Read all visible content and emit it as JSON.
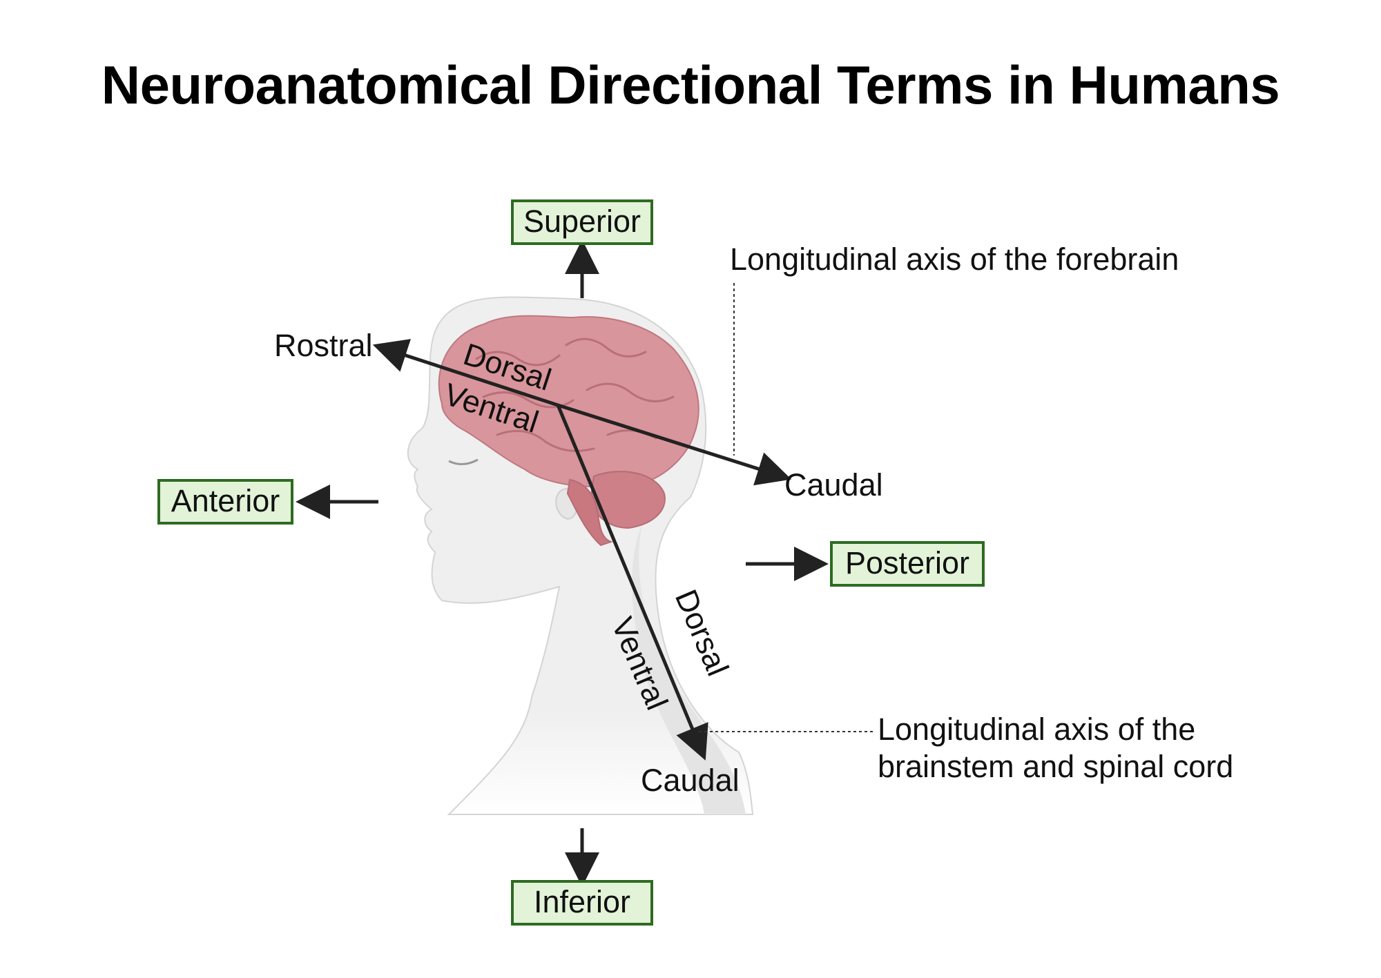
{
  "title": "Neuroanatomical Directional Terms in Humans",
  "directions": {
    "superior": "Superior",
    "inferior": "Inferior",
    "anterior": "Anterior",
    "posterior": "Posterior"
  },
  "forebrain_axis": {
    "rostral": "Rostral",
    "caudal": "Caudal",
    "dorsal": "Dorsal",
    "ventral": "Ventral",
    "note": "Longitudinal axis of the forebrain"
  },
  "brainstem_axis": {
    "caudal": "Caudal",
    "dorsal": "Dorsal",
    "ventral": "Ventral",
    "note_line1": "Longitudinal axis of the",
    "note_line2": "brainstem and spinal cord"
  },
  "colors": {
    "box_fill": "#e2f3d8",
    "box_border": "#2e6b22",
    "brain": "#d8959b",
    "head": "#efefef",
    "arrow": "#222222"
  }
}
